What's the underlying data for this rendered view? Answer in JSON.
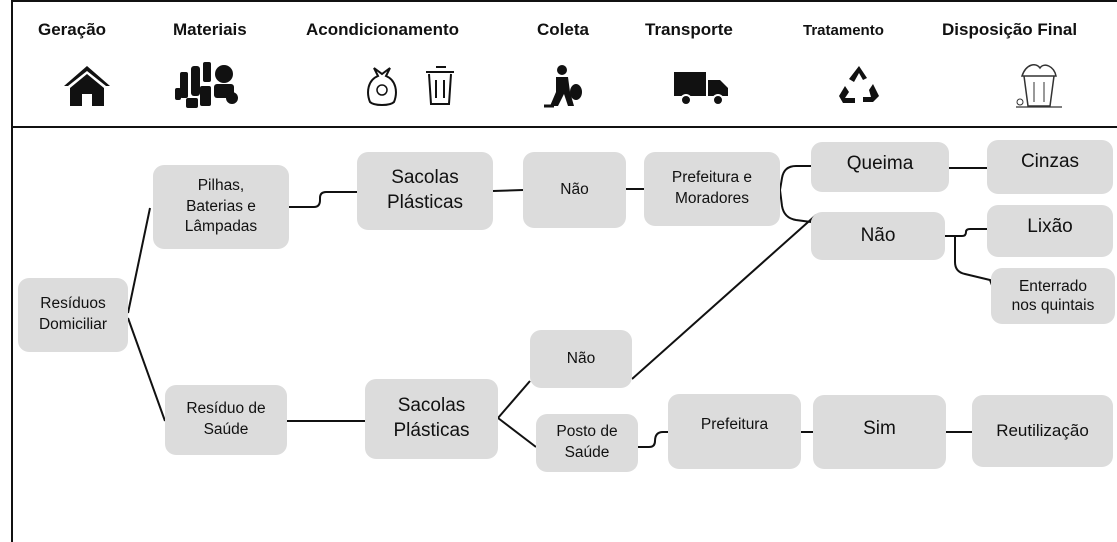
{
  "stages": [
    {
      "id": "geracao",
      "label": "Geração",
      "icon": "house-icon"
    },
    {
      "id": "materiais",
      "label": "Materiais",
      "icon": "waste-pile-icon"
    },
    {
      "id": "acondicionamento",
      "label": "Acondicionamento",
      "icon": "garbage-bag-and-bin-icon"
    },
    {
      "id": "coleta",
      "label": "Coleta",
      "icon": "collector-icon"
    },
    {
      "id": "transporte",
      "label": "Transporte",
      "icon": "truck-icon"
    },
    {
      "id": "tratamento",
      "label": "Tratamento",
      "icon": "recycle-icon"
    },
    {
      "id": "disposicao",
      "label": "Disposição Final",
      "icon": "overflowing-bin-icon"
    }
  ],
  "nodes": {
    "residuos_domiciliar": "Resíduos\nDomiciliar",
    "pilhas": "Pilhas,\nBaterias e\nLâmpadas",
    "residuo_saude": "Resíduo de\nSaúde",
    "sacolas_1": "Sacolas\nPlásticas",
    "sacolas_2": "Sacolas\nPlásticas",
    "nao_coleta_1": "Não",
    "nao_coleta_2": "Não",
    "posto_saude": "Posto de\nSaúde",
    "prefeitura_moradores": "Prefeitura e\nMoradores",
    "prefeitura": "Prefeitura",
    "queima": "Queima",
    "nao_tratamento": "Não",
    "sim": "Sim",
    "cinzas": "Cinzas",
    "lixao": "Lixão",
    "enterrado": "Enterrado\nnos quintais",
    "reutilizacao": "Reutilização"
  }
}
